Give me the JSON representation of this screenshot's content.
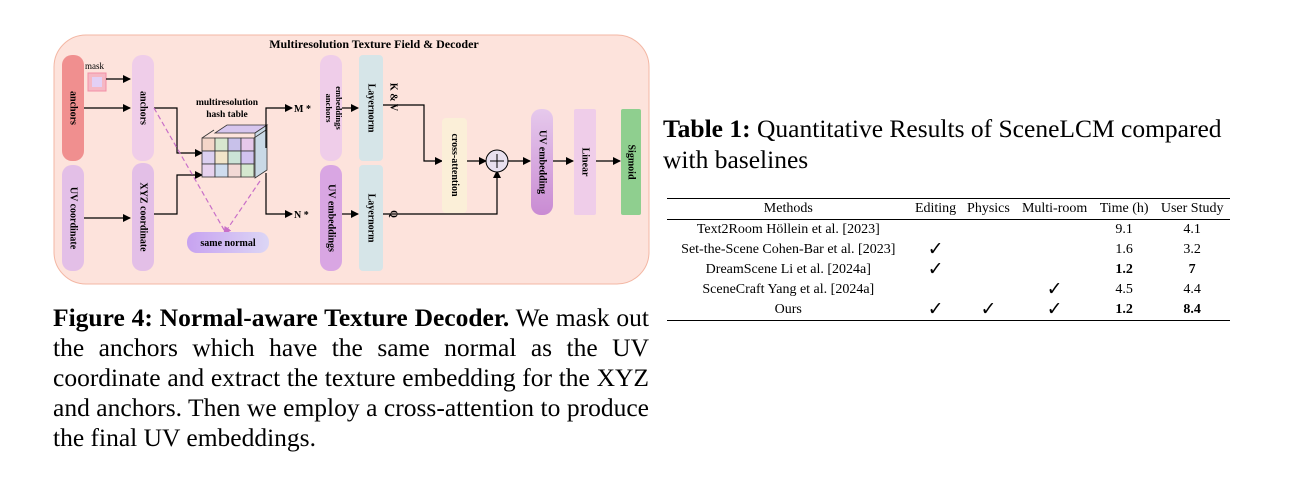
{
  "figure": {
    "title": "Multiresolution Texture Field & Decoder",
    "labels": {
      "mask": "mask",
      "anchors": "anchors",
      "anchors_mid": "anchors",
      "uv_coordinate": "UV coordinate",
      "xyz_coordinate": "XYZ coordinate",
      "hash_table_line1": "multiresolution",
      "hash_table_line2": "hash table",
      "same_normal": "same normal",
      "m_star": "M *",
      "n_star": "N *",
      "anchors_embeddings_line1": "anchors",
      "anchors_embeddings_line2": "embeddings",
      "uv_embeddings": "UV embeddings",
      "layernorm_top": "Layernorm",
      "layernorm_bottom": "Layernorm",
      "kv": "K & V",
      "q": "Q",
      "cross_attention": "cross-attention",
      "uv_embedding": "UV embedding",
      "linear": "Linear",
      "sigmoid": "Sigmoid"
    }
  },
  "caption": {
    "label": "Figure 4: Normal-aware Texture Decoder.",
    "text": " We mask out the anchors which have the same normal as the UV coordinate and extract the texture embedding for the XYZ and anchors. Then we employ a cross-attention to produce the final UV embeddings."
  },
  "table_caption": {
    "label": "Table 1:",
    "text": " Quantitative Results of SceneLCM compared with baselines"
  },
  "table": {
    "headers": [
      "Methods",
      "Editing",
      "Physics",
      "Multi-room",
      "Time (h)",
      "User Study"
    ],
    "rows": [
      {
        "method": "Text2Room Höllein et al. [2023]",
        "editing": "",
        "physics": "",
        "multiroom": "",
        "time": "9.1",
        "user": "4.1"
      },
      {
        "method": "Set-the-Scene Cohen-Bar et al. [2023]",
        "editing": "✓",
        "physics": "",
        "multiroom": "",
        "time": "1.6",
        "user": "3.2"
      },
      {
        "method": "DreamScene Li et al. [2024a]",
        "editing": "✓",
        "physics": "",
        "multiroom": "",
        "time": "1.2",
        "user": "7"
      },
      {
        "method": "SceneCraft Yang et al. [2024a]",
        "editing": "",
        "physics": "",
        "multiroom": "✓",
        "time": "4.5",
        "user": "4.4"
      },
      {
        "method": "Ours",
        "editing": "✓",
        "physics": "✓",
        "multiroom": "✓",
        "time": "1.2",
        "user": "8.4"
      }
    ]
  },
  "colors": {
    "panel_bg": "#fde3dc",
    "anchors_red": "#f08f8f",
    "purple_soft": "#e9bfe6",
    "violet": "#d9a6e3",
    "teal_soft": "#d6e5e8",
    "green": "#8fcf8f",
    "cream": "#fbefd8",
    "pink_soft": "#efcde9"
  }
}
